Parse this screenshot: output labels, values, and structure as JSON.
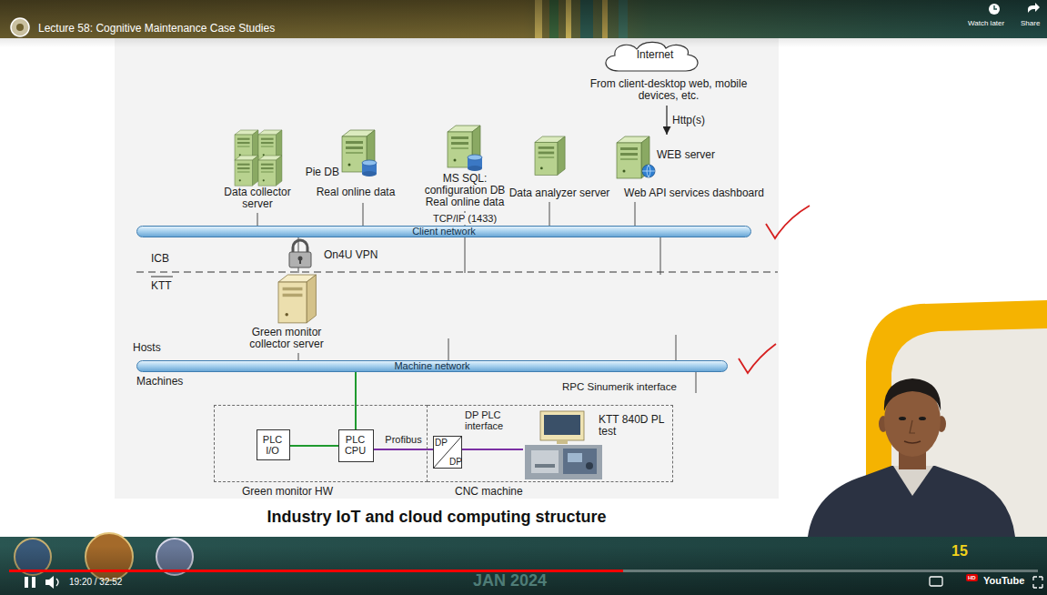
{
  "diagram": {
    "title": "Lecture 58: Cognitive Maintenance Case Studies",
    "caption": "Industry IoT and cloud computing structure",
    "nodes": [
      {
        "text": [
          "Internet",
          "From client-desktop web, mobile devices, etc."
        ]
      },
      {
        "text": [
          "Data collector server"
        ]
      },
      {
        "text": [
          "Pie DB",
          "Real online data"
        ]
      },
      {
        "text": [
          "MS SQL: configuration DB Real online data"
        ]
      },
      {
        "text": [
          "Data analyzer server"
        ]
      },
      {
        "text": [
          "WEB server",
          "Web API services dashboard"
        ]
      },
      {
        "text": [
          "Client network"
        ]
      },
      {
        "text": [
          "Green monitor collector server"
        ]
      },
      {
        "text": [
          "Machine network"
        ]
      },
      {
        "text": [
          "Green monitor HW"
        ]
      },
      {
        "text": [
          "PLC I/O"
        ],
        "in": 9
      },
      {
        "text": [
          "PLC CPU"
        ],
        "in": 9
      },
      {
        "text": [
          "CNC machine"
        ]
      },
      {
        "text": [
          "DP PLC interface",
          "DP",
          "DP"
        ],
        "in": 12
      },
      {
        "text": [
          "KTT 840D PL test"
        ],
        "in": 12
      }
    ],
    "edges": [
      {
        "from": 0,
        "to": 5,
        "arrow": "to",
        "label": "Http(s)"
      },
      {
        "from": 1,
        "to": 6,
        "arrow": "none"
      },
      {
        "from": 2,
        "to": 6,
        "arrow": "none"
      },
      {
        "from": 3,
        "to": 6,
        "arrow": "none",
        "label": "TCP/IP (1433)"
      },
      {
        "from": 4,
        "to": 6,
        "arrow": "none"
      },
      {
        "from": 5,
        "to": 6,
        "arrow": "none"
      },
      {
        "from": 6,
        "to": 7,
        "arrow": "none"
      },
      {
        "from": 7,
        "to": 8,
        "arrow": "none"
      },
      {
        "from": 8,
        "to": 11,
        "arrow": "none"
      },
      {
        "from": 10,
        "to": 11,
        "arrow": "none"
      },
      {
        "from": 11,
        "to": 13,
        "arrow": "none",
        "label": "Profibus"
      },
      {
        "from": 13,
        "to": 14,
        "arrow": "none"
      }
    ],
    "labels": [
      "ICB",
      "KTT",
      "On4U VPN",
      "Hosts",
      "Machines",
      "RPC Sinumerik interface",
      "Watch later",
      "Share",
      "19:20 / 32:52",
      "JAN 2024",
      "15",
      "HD",
      "YouTube"
    ]
  }
}
